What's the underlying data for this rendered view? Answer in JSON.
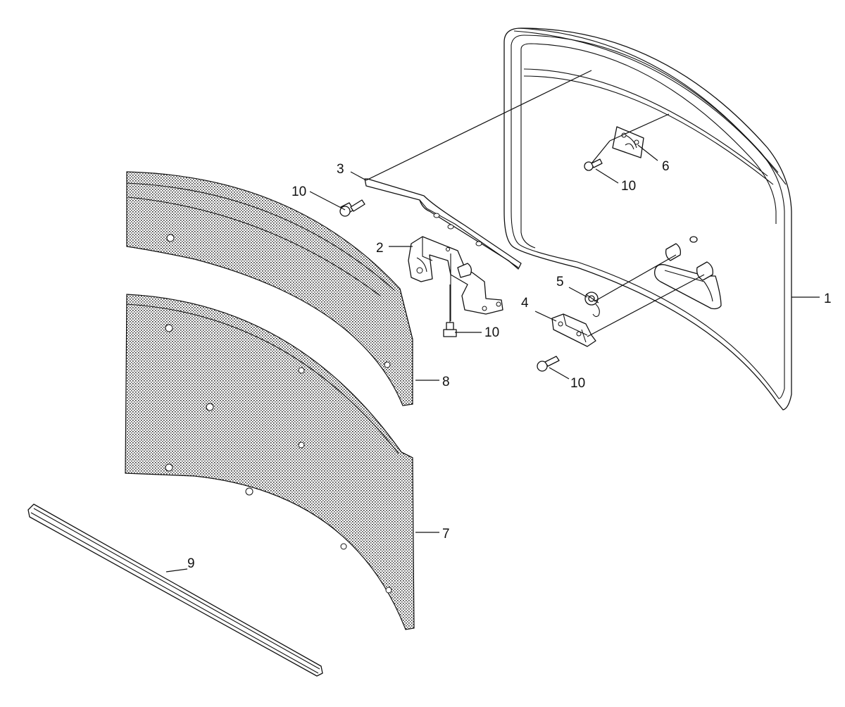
{
  "callouts": {
    "c1": "1",
    "c2": "2",
    "c3": "3",
    "c4": "4",
    "c5": "5",
    "c6": "6",
    "c7": "7",
    "c8": "8",
    "c9": "9",
    "c10a": "10",
    "c10b": "10",
    "c10c": "10",
    "c10d": "10"
  }
}
